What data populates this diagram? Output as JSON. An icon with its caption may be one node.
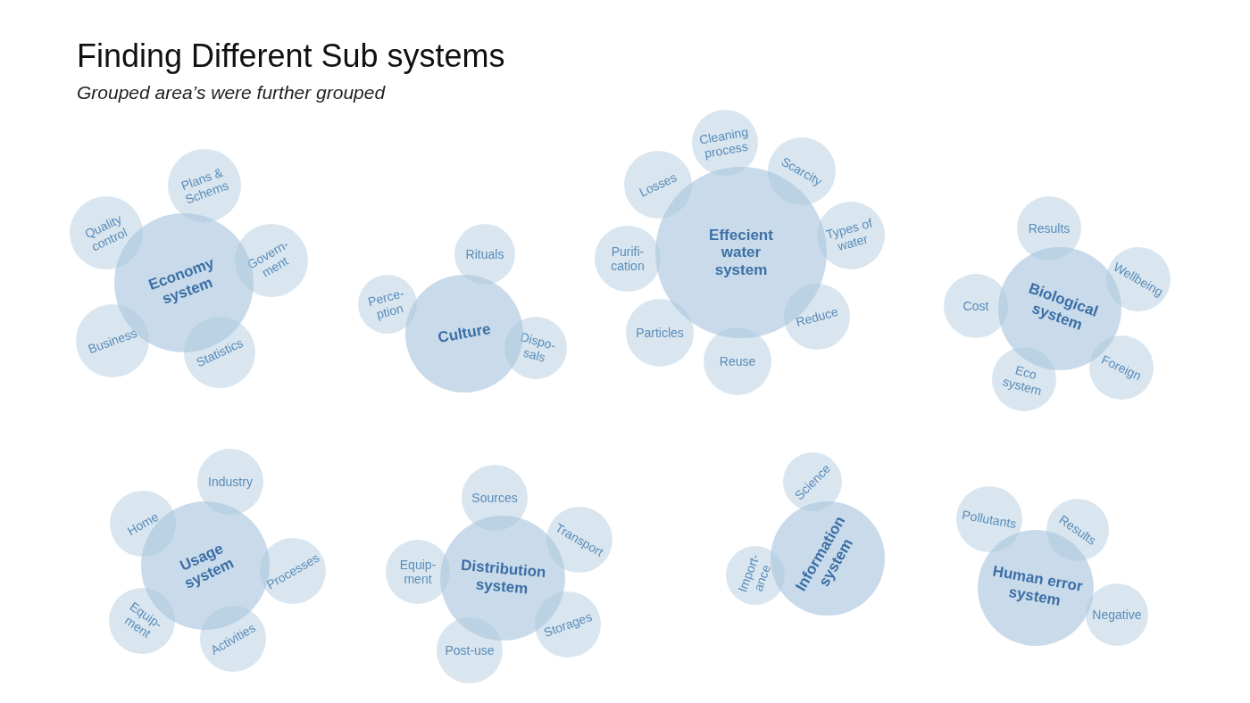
{
  "diagram": {
    "title": "Finding Different Sub systems",
    "caption": "Grouped area’s were further grouped",
    "nodes": [
      {
        "text": [
          "Economy system"
        ]
      },
      {
        "text": [
          "Plans & Schems"
        ]
      },
      {
        "text": [
          "Quality control"
        ]
      },
      {
        "text": [
          "Govern- ment"
        ]
      },
      {
        "text": [
          "Business"
        ]
      },
      {
        "text": [
          "Statistics"
        ]
      },
      {
        "text": [
          "Culture"
        ]
      },
      {
        "text": [
          "Rituals"
        ]
      },
      {
        "text": [
          "Perce- ption"
        ]
      },
      {
        "text": [
          "Dispo- sals"
        ]
      },
      {
        "text": [
          "Effecient water system"
        ]
      },
      {
        "text": [
          "Cleaning process"
        ]
      },
      {
        "text": [
          "Losses"
        ]
      },
      {
        "text": [
          "Scarcity"
        ]
      },
      {
        "text": [
          "Types of water"
        ]
      },
      {
        "text": [
          "Purifi- cation"
        ]
      },
      {
        "text": [
          "Reduce"
        ]
      },
      {
        "text": [
          "Particles"
        ]
      },
      {
        "text": [
          "Reuse"
        ]
      },
      {
        "text": [
          "Biological system"
        ]
      },
      {
        "text": [
          "Results"
        ]
      },
      {
        "text": [
          "Wellbeing"
        ]
      },
      {
        "text": [
          "Cost"
        ]
      },
      {
        "text": [
          "Foreign"
        ]
      },
      {
        "text": [
          "Eco system"
        ]
      },
      {
        "text": [
          "Usage system"
        ]
      },
      {
        "text": [
          "Industry"
        ]
      },
      {
        "text": [
          "Home"
        ]
      },
      {
        "text": [
          "Processes"
        ]
      },
      {
        "text": [
          "Equip- ment"
        ]
      },
      {
        "text": [
          "Activities"
        ]
      },
      {
        "text": [
          "Distribution system"
        ]
      },
      {
        "text": [
          "Sources"
        ]
      },
      {
        "text": [
          "Transport"
        ]
      },
      {
        "text": [
          "Equip- ment"
        ]
      },
      {
        "text": [
          "Storages"
        ]
      },
      {
        "text": [
          "Post-use"
        ]
      },
      {
        "text": [
          "Information system"
        ]
      },
      {
        "text": [
          "Science"
        ]
      },
      {
        "text": [
          "Import- ance"
        ]
      },
      {
        "text": [
          "Human error system"
        ]
      },
      {
        "text": [
          "Pollutants"
        ]
      },
      {
        "text": [
          "Results"
        ]
      },
      {
        "text": [
          "Negative"
        ]
      }
    ]
  }
}
